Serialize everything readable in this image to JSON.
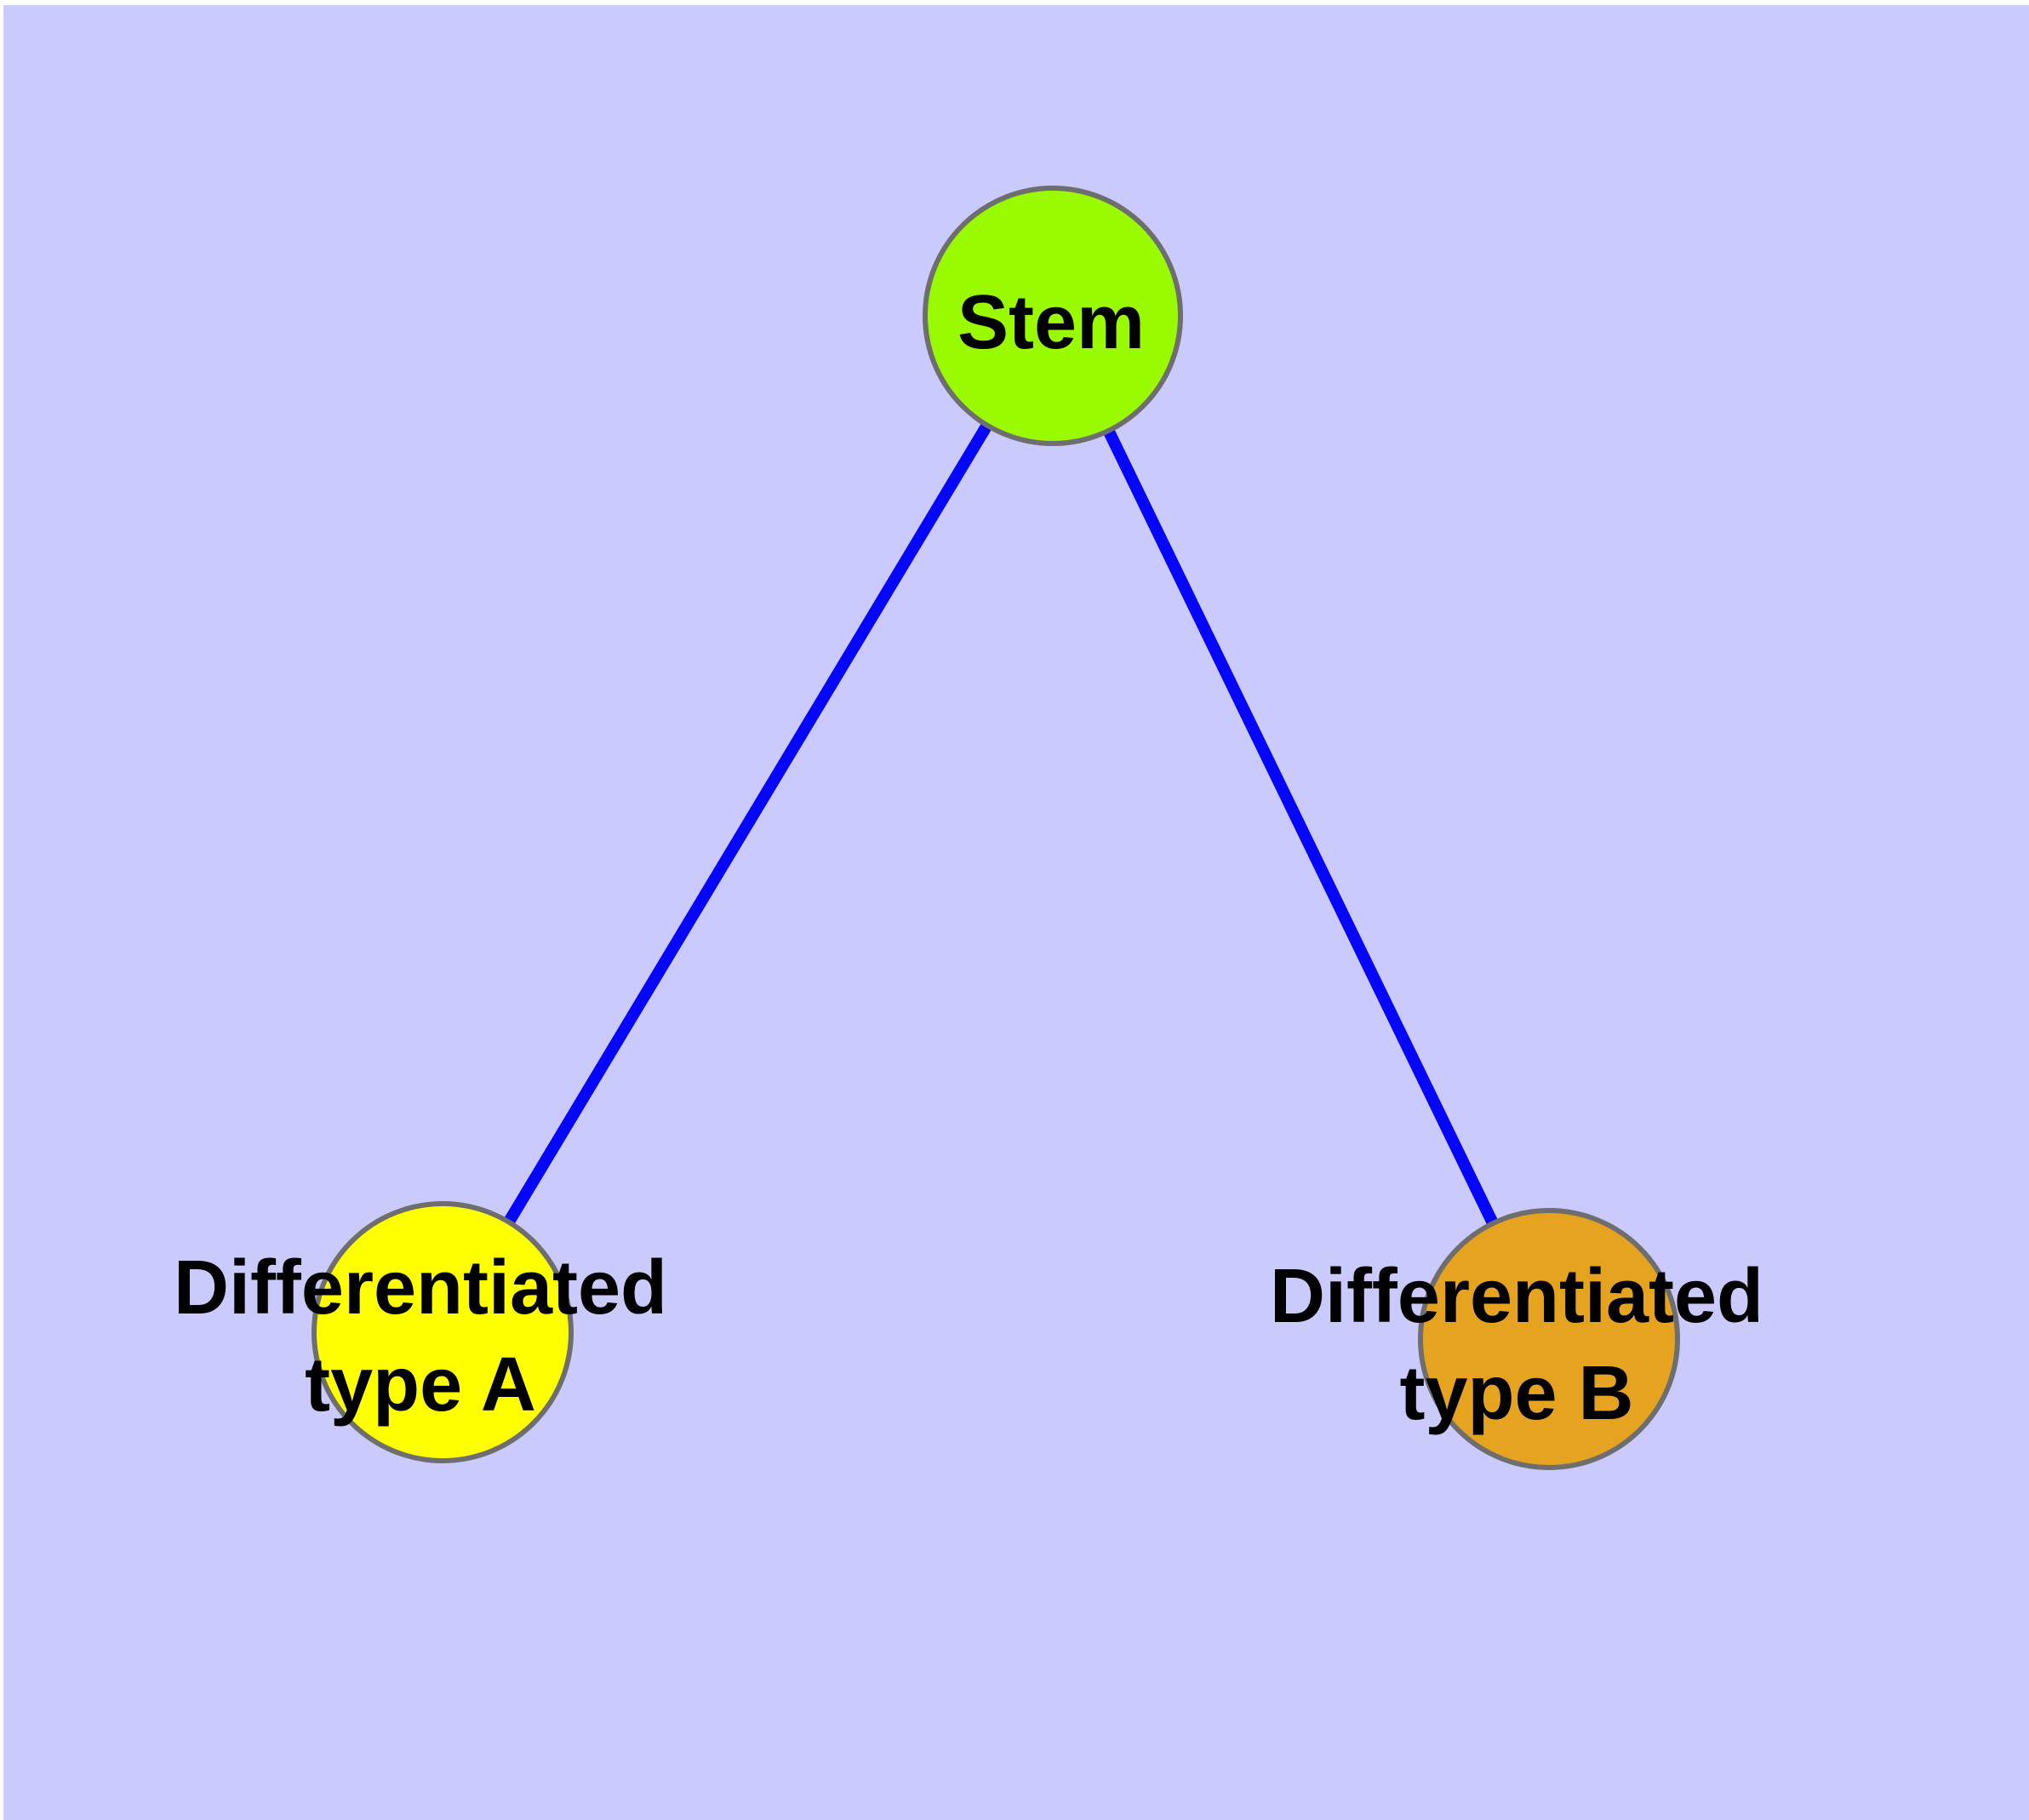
{
  "diagram": {
    "type": "node-link-graph",
    "description": "Stem cell differentiation graph: one stem node connected to two differentiated cell type nodes",
    "colors": {
      "background": "#CACAFC",
      "page_margin": "#FFFFFF",
      "edge": "#0505FA",
      "node_border": "#6E6E6E",
      "label": "#000000"
    },
    "nodes": [
      {
        "id": "stem",
        "label": "Stem",
        "label_lines": [
          "Stem"
        ],
        "fill": "#9AFB00"
      },
      {
        "id": "type-a",
        "label": "Differentiated type A",
        "label_lines": [
          "Differentiated",
          "type A"
        ],
        "fill": "#FFFF00"
      },
      {
        "id": "type-b",
        "label": "Differentiated type B",
        "label_lines": [
          "Differentiated",
          "type B"
        ],
        "fill": "#E6A31F"
      }
    ],
    "edges": [
      {
        "from": "Stem",
        "to": "Differentiated type A"
      },
      {
        "from": "Stem",
        "to": "Differentiated type B"
      }
    ]
  }
}
